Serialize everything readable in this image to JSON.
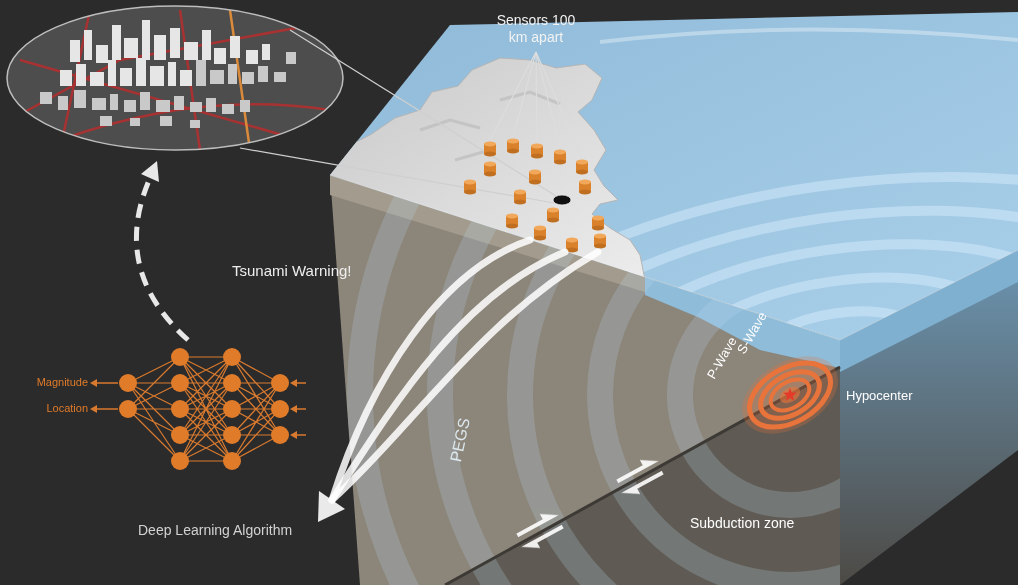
{
  "diagram": {
    "labels": [
      "Sensors 100 km apart",
      "Tsunami Warning!",
      "P-Wave",
      "S-Wave",
      "Hypocenter",
      "Magnitude",
      "Location",
      "PEGS",
      "Subduction zone",
      "Deep Learning Algorithm"
    ]
  }
}
